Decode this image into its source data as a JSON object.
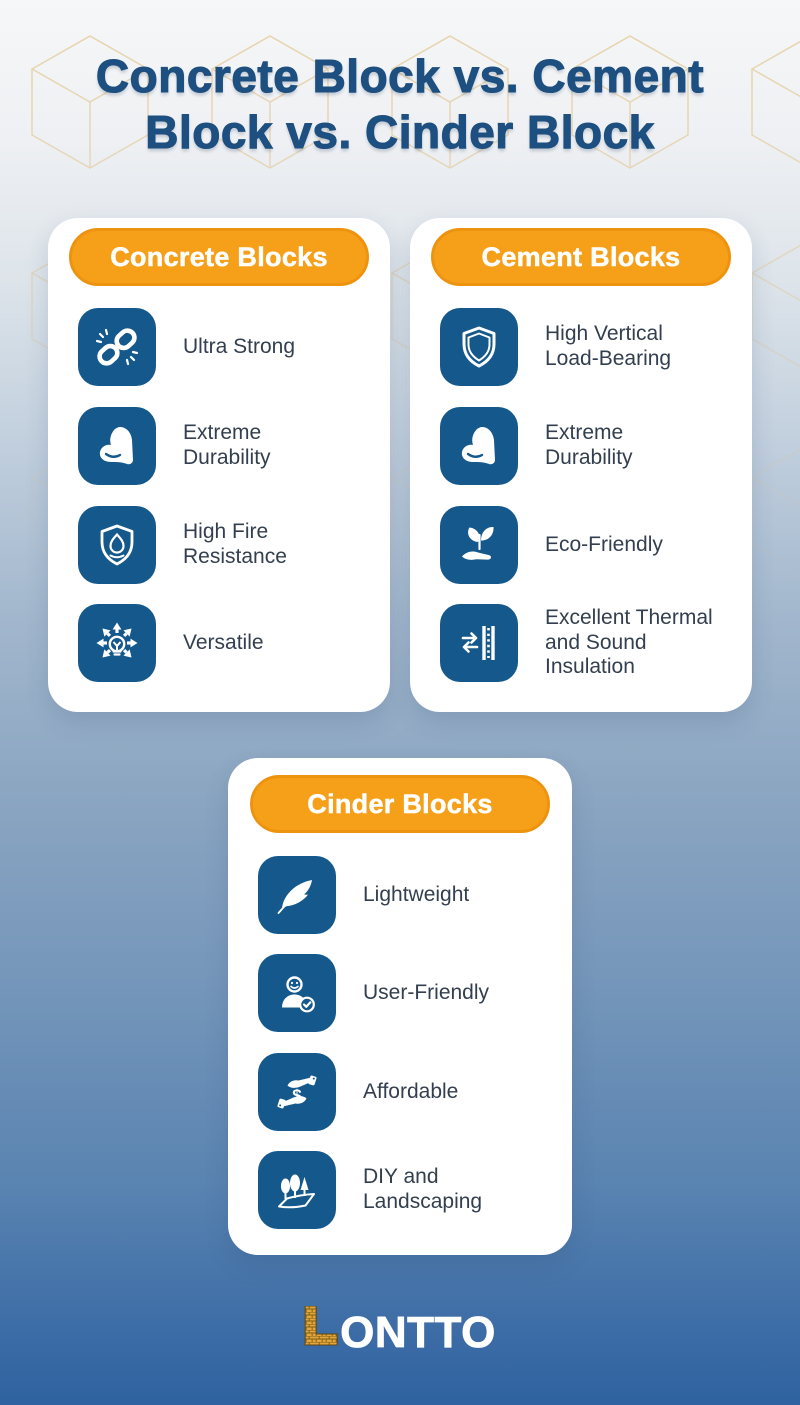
{
  "title": "Concrete Block vs. Cement\nBlock vs. Cinder Block",
  "cards": [
    {
      "header": "Concrete Blocks",
      "items": [
        {
          "icon": "broken-chain",
          "label": "Ultra Strong"
        },
        {
          "icon": "muscle-arm",
          "label": "Extreme\nDurability"
        },
        {
          "icon": "fire-shield",
          "label": "High Fire\nResistance"
        },
        {
          "icon": "bulb-arrows",
          "label": "Versatile"
        }
      ]
    },
    {
      "header": "Cement Blocks",
      "items": [
        {
          "icon": "shield",
          "label": "High Vertical\nLoad-Bearing"
        },
        {
          "icon": "muscle-arm",
          "label": "Extreme\nDurability"
        },
        {
          "icon": "eco-hand",
          "label": "Eco-Friendly"
        },
        {
          "icon": "insulation-wall",
          "label": "Excellent Thermal\nand Sound\nInsulation"
        }
      ]
    },
    {
      "header": "Cinder Blocks",
      "items": [
        {
          "icon": "feather",
          "label": "Lightweight"
        },
        {
          "icon": "user-check",
          "label": "User-Friendly"
        },
        {
          "icon": "money-hands",
          "label": "Affordable"
        },
        {
          "icon": "trees-landscape",
          "label": "DIY and\nLandscaping"
        }
      ]
    }
  ],
  "logo": {
    "full": "LONTTO",
    "brick_letter": "L",
    "rest": "ONTTO"
  },
  "colors": {
    "title_blue": "#1D4F80",
    "pill_orange": "#F6A01A",
    "pill_border_orange": "#EE9310",
    "tile_blue": "#15588C",
    "card_white": "#FFFFFF",
    "label_text": "#333F4E",
    "bg_top": "#F6F7F8",
    "bg_bottom": "#2E62A0",
    "pattern_gold": "#E2C48F",
    "brick_gold": "#E6A53C"
  }
}
